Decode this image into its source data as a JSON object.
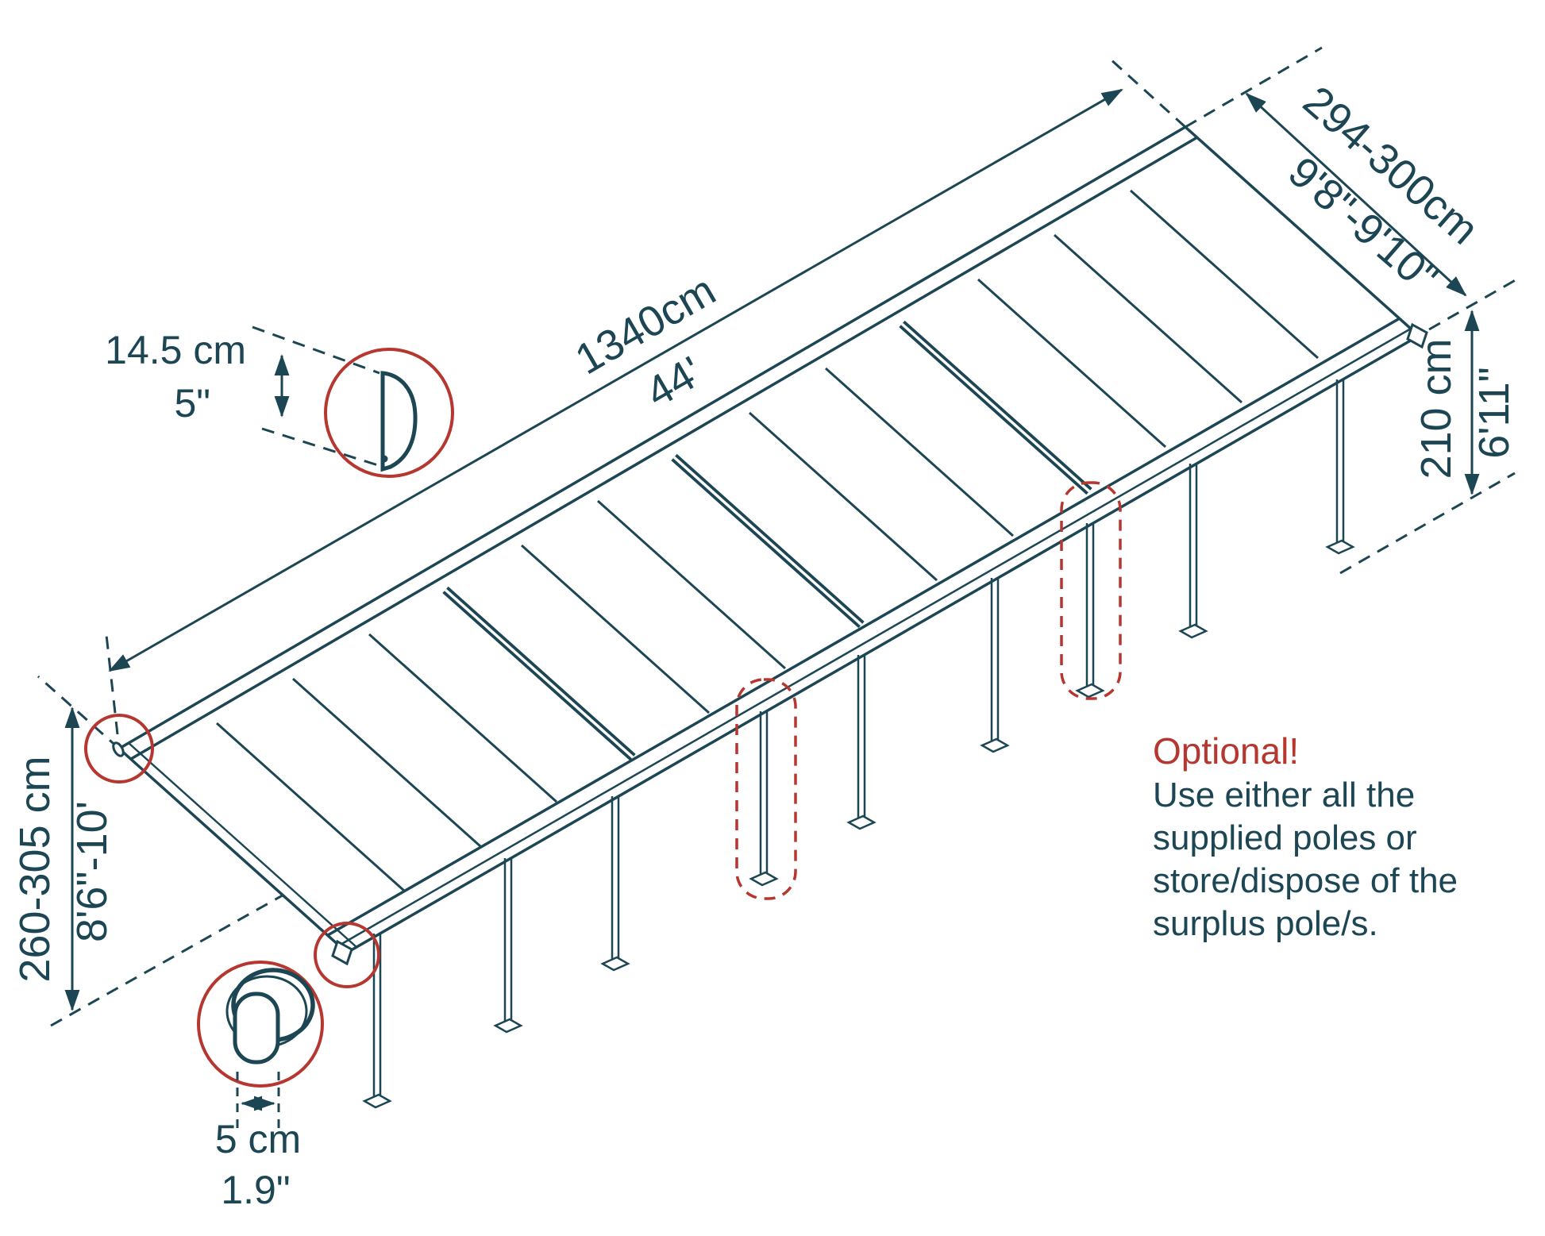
{
  "colors": {
    "line_teal": "#1d4654",
    "accent_red": "#b5372f",
    "background": "#ffffff"
  },
  "dimensions": {
    "length": {
      "metric": "1340cm",
      "imperial": "44'"
    },
    "width": {
      "metric": "294-300cm",
      "imperial": "9'8\"-9'10\""
    },
    "front_height": {
      "metric": "210 cm",
      "imperial": "6'11\""
    },
    "wall_height": {
      "metric": "260-305 cm",
      "imperial": "8'6\"-10'"
    },
    "profile_height": {
      "metric": "14.5 cm",
      "imperial": "5\""
    },
    "pole_width": {
      "metric": "5 cm",
      "imperial": "1.9\""
    }
  },
  "note": {
    "title": "Optional!",
    "lines": [
      "Use either all the",
      "supplied poles or",
      "store/dispose of the",
      "surplus pole/s."
    ]
  },
  "structure": {
    "type": "patio-cover-isometric-diagram",
    "roof_panels": 14,
    "bay_connectors": 3,
    "support_poles": 9,
    "optional_poles": 2,
    "details": [
      "wall-profile-cross-section",
      "pole-cross-section",
      "wall-profile-end",
      "gutter-corner-bracket"
    ]
  }
}
